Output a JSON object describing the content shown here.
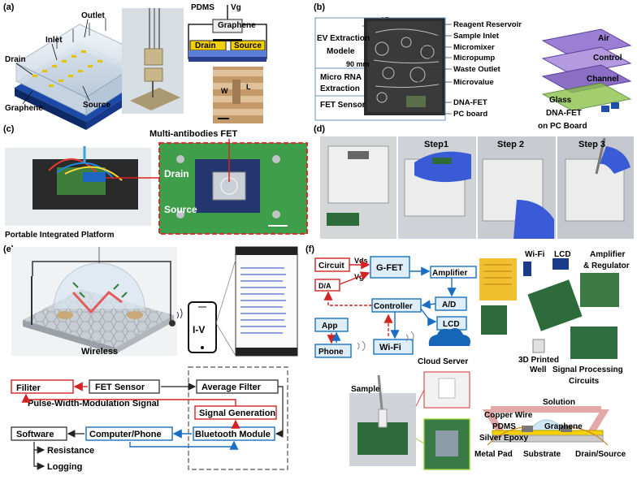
{
  "panel_a": {
    "letter": "(a)",
    "outlet": "Outlet",
    "inlet": "Inlet",
    "drain": "Drain",
    "graphene": "Graphene",
    "source": "Source",
    "pdms": "PDMS",
    "vg": "Vg",
    "graphene_inset": "Graphene",
    "drain_inset": "Drain",
    "source_inset": "Source",
    "w": "W",
    "l": "L"
  },
  "panel_b": {
    "letter": "(b)",
    "width_dim": "65 mm",
    "height_dim": "90 mm",
    "module1_line1": "EV Extraction",
    "module1_line2": "Modele",
    "module2_line1": "Micro RNA",
    "module2_line2": "Extraction",
    "module3": "FET Sensor",
    "callouts": [
      "Reagent Reservoir",
      "Sample Inlet",
      "Micromixer",
      "Micropump",
      "Waste Outlet",
      "Microvalue",
      "DNA-FET",
      "PC board"
    ],
    "layers": [
      "Air",
      "Control",
      "Channel",
      "Glass"
    ],
    "dnafet_line1": "DNA-FET",
    "dnafet_line2": "on PC Board"
  },
  "panel_c": {
    "letter": "(c)",
    "caption": "Portable Integrated Platform",
    "title": "Multi-antibodies FET",
    "drain": "Drain",
    "source": "Source"
  },
  "panel_d": {
    "letter": "(d)",
    "steps": [
      "Step1",
      "Step 2",
      "Step 3"
    ]
  },
  "panel_e": {
    "letter": "(e)",
    "wireless": "Wireless",
    "iv": "I-V",
    "filter": "Filiter",
    "fet_sensor": "FET Sensor",
    "average_filter": "Average Filter",
    "pwm": "Pulse-Width-Modulation Signal",
    "signal_generation": "Signal Generation",
    "software": "Software",
    "computer_phone": "Computer/Phone",
    "bluetooth": "Bluetooth Module",
    "resistance": "Resistance",
    "logging": "Logging"
  },
  "panel_f": {
    "letter": "(f)",
    "circuit": "Circuit",
    "vds": "Vds",
    "vg": "Vg",
    "gfet": "G-FET",
    "amplifier": "Amplifier",
    "da": "D/A",
    "controller": "Controller",
    "ad": "A/D",
    "app": "App",
    "lcd": "LCD",
    "phone": "Phone",
    "wifi": "Wi-Fi",
    "cloud": "Cloud Server",
    "wifi_photo": "Wi-Fi",
    "lcd_photo": "LCD",
    "amp_reg_line1": "Amplifier",
    "amp_reg_line2": "& Regulator",
    "printed_line1": "3D Printed",
    "printed_line2": "Well",
    "spc_line1": "Signal Processing",
    "spc_line2": "Circuits",
    "sample": "Sample",
    "solution": "Solution",
    "copper_wire": "Copper Wire",
    "pdms": "PDMS",
    "silver_epoxy": "Silver Epoxy",
    "graphene": "Graphene",
    "metal_pad": "Metal Pad",
    "substrate": "Substrate",
    "drain_source": "Drain/Source"
  }
}
